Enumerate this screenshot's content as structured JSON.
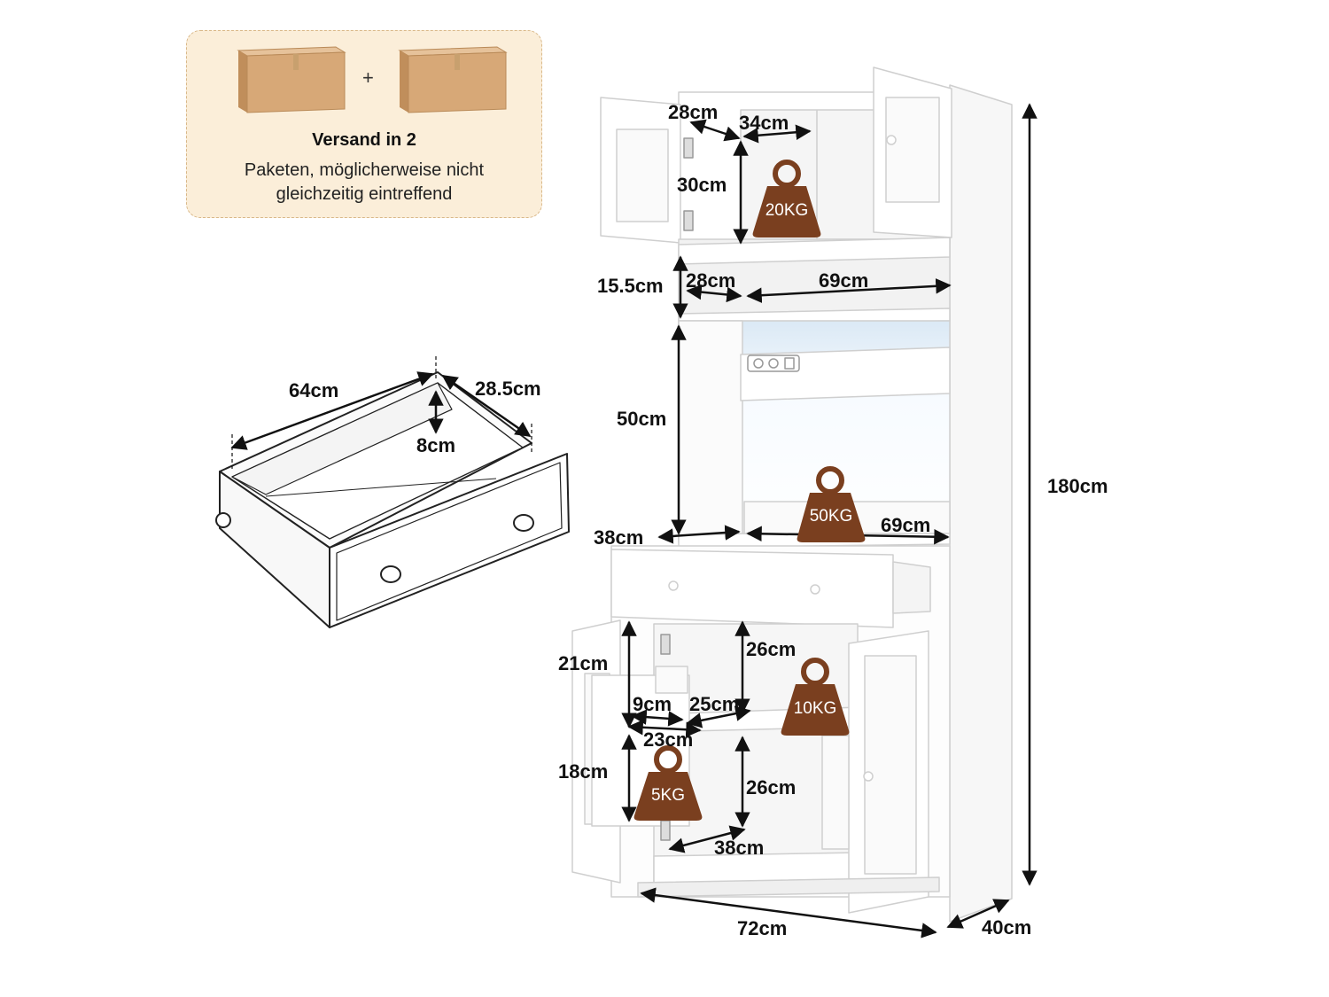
{
  "shipping_note": {
    "plus": "+",
    "title": "Versand in 2",
    "line1": "Paketen, möglicherweise nicht",
    "line2": "gleichzeitig eintreffend"
  },
  "drawer": {
    "width": "64cm",
    "depth": "28.5cm",
    "height": "8cm"
  },
  "cabinet_dims": {
    "top_door_depth": "28cm",
    "top_inner_width": "34cm",
    "top_height": "30cm",
    "open_shelf_height": "15.5cm",
    "open_shelf_depth": "28cm",
    "open_shelf_width": "69cm",
    "microwave_height": "50cm",
    "counter_depth": "38cm",
    "counter_width": "69cm",
    "lower_door_height": "21cm",
    "lower_upper_height": "26cm",
    "door_rack_width": "9cm",
    "door_rack_depth": "25cm",
    "door_shelf_width": "23cm",
    "door_lower_height": "18cm",
    "lower_bottom_height": "26cm",
    "lower_depth": "38cm",
    "total_height": "180cm",
    "total_width": "72cm",
    "total_depth": "40cm"
  },
  "weights": {
    "top": "20KG",
    "counter": "50KG",
    "lower_shelf": "10KG",
    "door_shelf": "5KG"
  },
  "colors": {
    "weight_badge": "#7a3f1f",
    "box": "#d7a877",
    "note_bg": "#fbeed9"
  }
}
